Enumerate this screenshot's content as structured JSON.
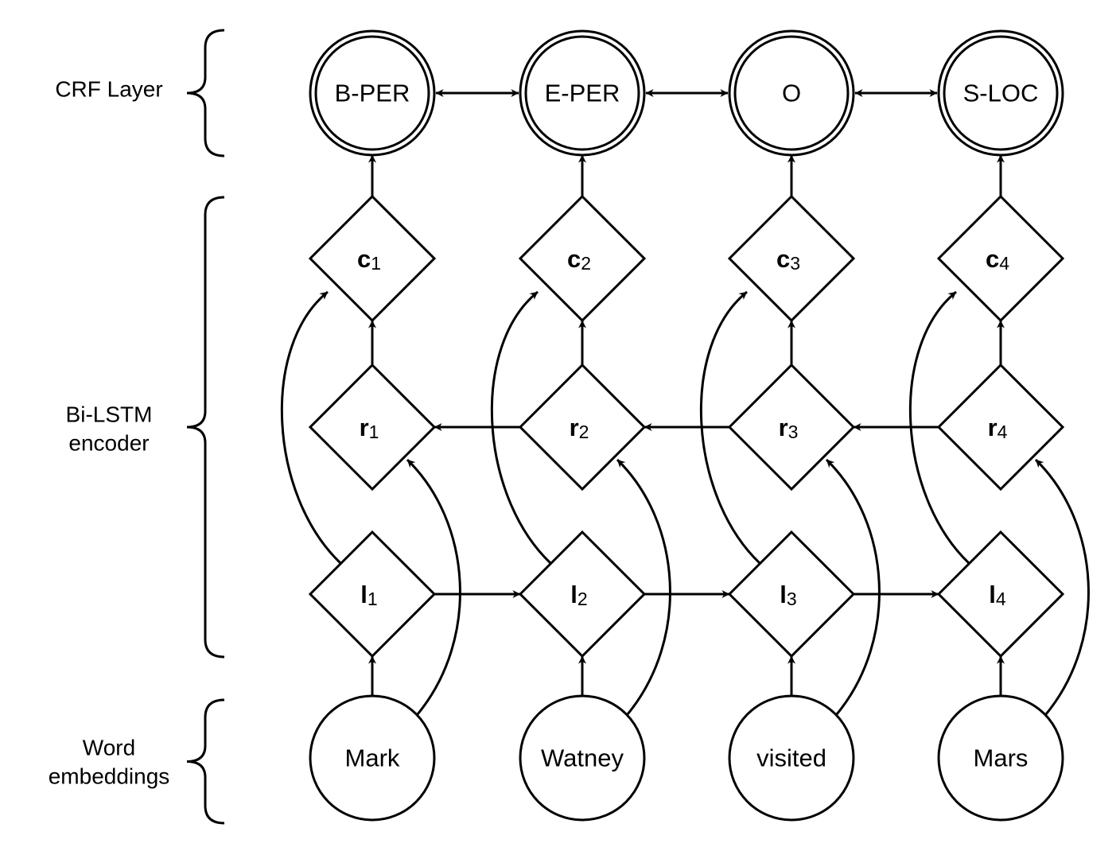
{
  "side_labels": {
    "crf": [
      "CRF Layer"
    ],
    "bilstm": [
      "Bi-LSTM",
      "encoder"
    ],
    "embeddings": [
      "Word",
      "embeddings"
    ]
  },
  "crf_tags": [
    "B-PER",
    "E-PER",
    "O",
    "S-LOC"
  ],
  "words": [
    "Mark",
    "Watney",
    "visited",
    "Mars"
  ],
  "c_nodes": [
    {
      "sym": "c",
      "sub": "1"
    },
    {
      "sym": "c",
      "sub": "2"
    },
    {
      "sym": "c",
      "sub": "3"
    },
    {
      "sym": "c",
      "sub": "4"
    }
  ],
  "r_nodes": [
    {
      "sym": "r",
      "sub": "1"
    },
    {
      "sym": "r",
      "sub": "2"
    },
    {
      "sym": "r",
      "sub": "3"
    },
    {
      "sym": "r",
      "sub": "4"
    }
  ],
  "l_nodes": [
    {
      "sym": "l",
      "sub": "1"
    },
    {
      "sym": "l",
      "sub": "2"
    },
    {
      "sym": "l",
      "sub": "3"
    },
    {
      "sym": "l",
      "sub": "4"
    }
  ]
}
